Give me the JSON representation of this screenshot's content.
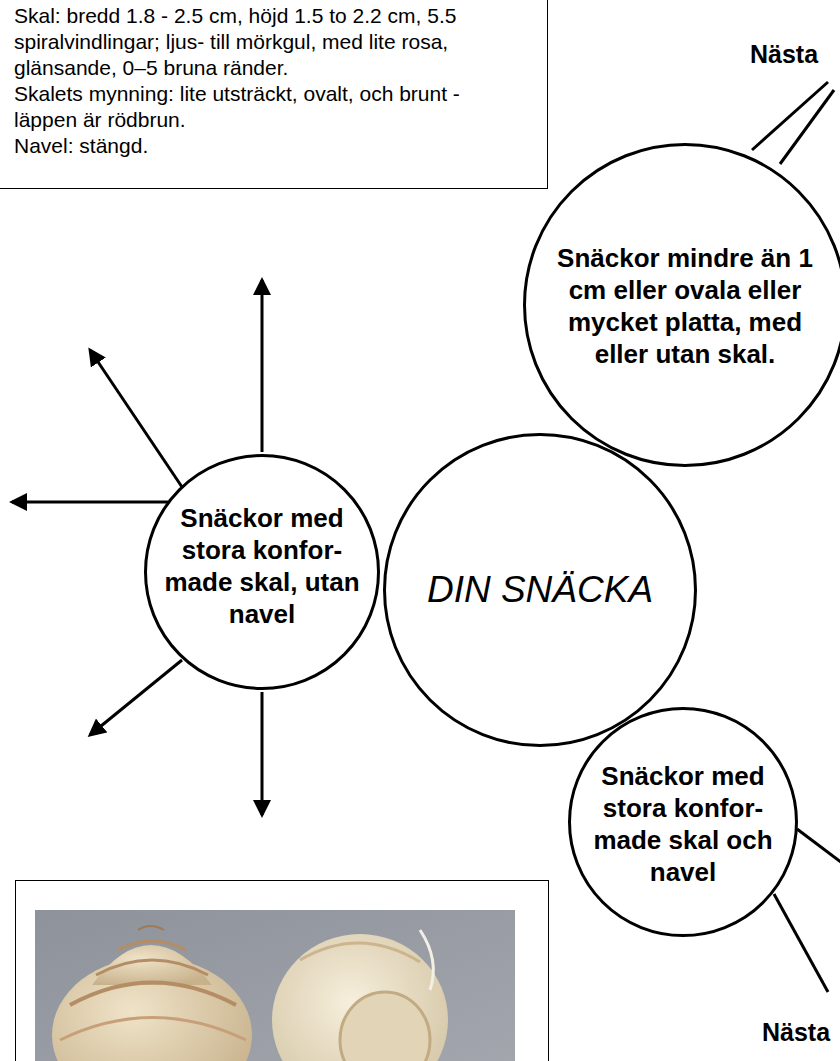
{
  "diagram": {
    "nodes": [
      {
        "text": [
          "Skal: bredd 1.8 - 2.5 cm, höjd 1.5 to 2.2 cm, 5.5 spiralvindlingar; ljus- till mörkgul, med lite rosa, glänsande, 0–5 bruna ränder.",
          "Skalets mynning: lite utsträckt, ovalt, och brunt - läppen är rödbrun.",
          "Navel: stängd."
        ]
      },
      {
        "text": [
          "Snäckor mindre än 1 cm eller ovala eller mycket platta, med eller utan skal."
        ]
      },
      {
        "text": [
          "Snäckor med stora konfor- made skal, utan navel"
        ]
      },
      {
        "text": [
          "DIN SNÄCKA"
        ]
      },
      {
        "text": [
          "Snäckor med stora konfor- made skal och navel"
        ]
      }
    ],
    "labels": [
      "Nästa",
      "Nästa"
    ]
  }
}
